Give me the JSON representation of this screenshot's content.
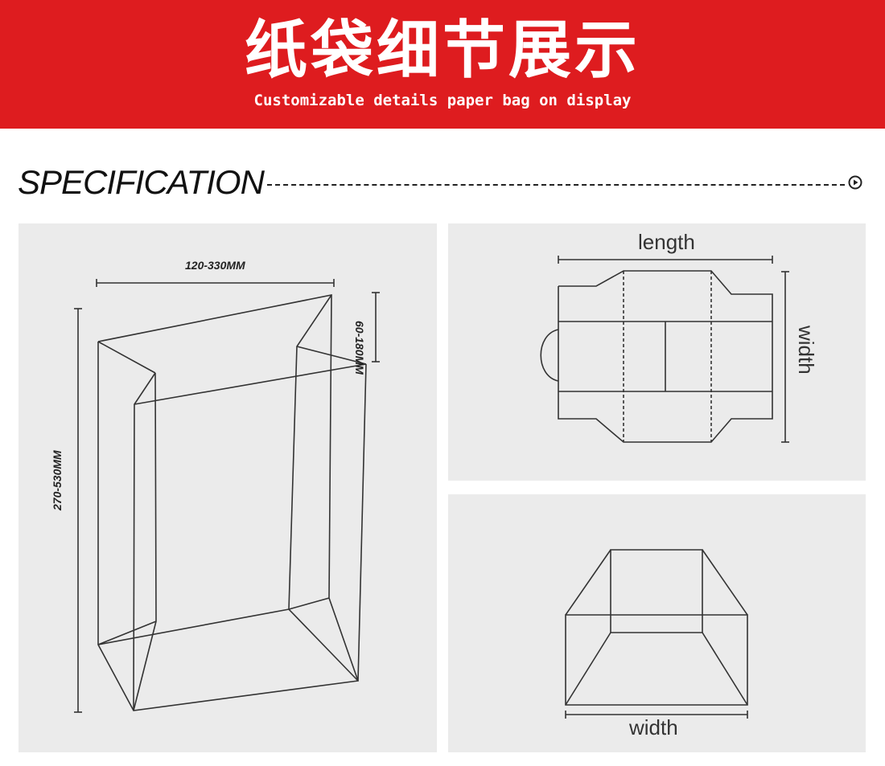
{
  "banner": {
    "title": "纸袋细节展示",
    "subtitle": "Customizable details paper bag on display",
    "color": "#de1c1f"
  },
  "spec": {
    "title": "SPECIFICATION",
    "arrow_icon": "play-circle-icon"
  },
  "left_panel": {
    "width_label": "120-330MM",
    "depth_label": "60-180MM",
    "height_label": "270-530MM"
  },
  "top_right_panel": {
    "length_label": "length",
    "width_label": "width"
  },
  "bottom_right_panel": {
    "width_label": "width"
  }
}
